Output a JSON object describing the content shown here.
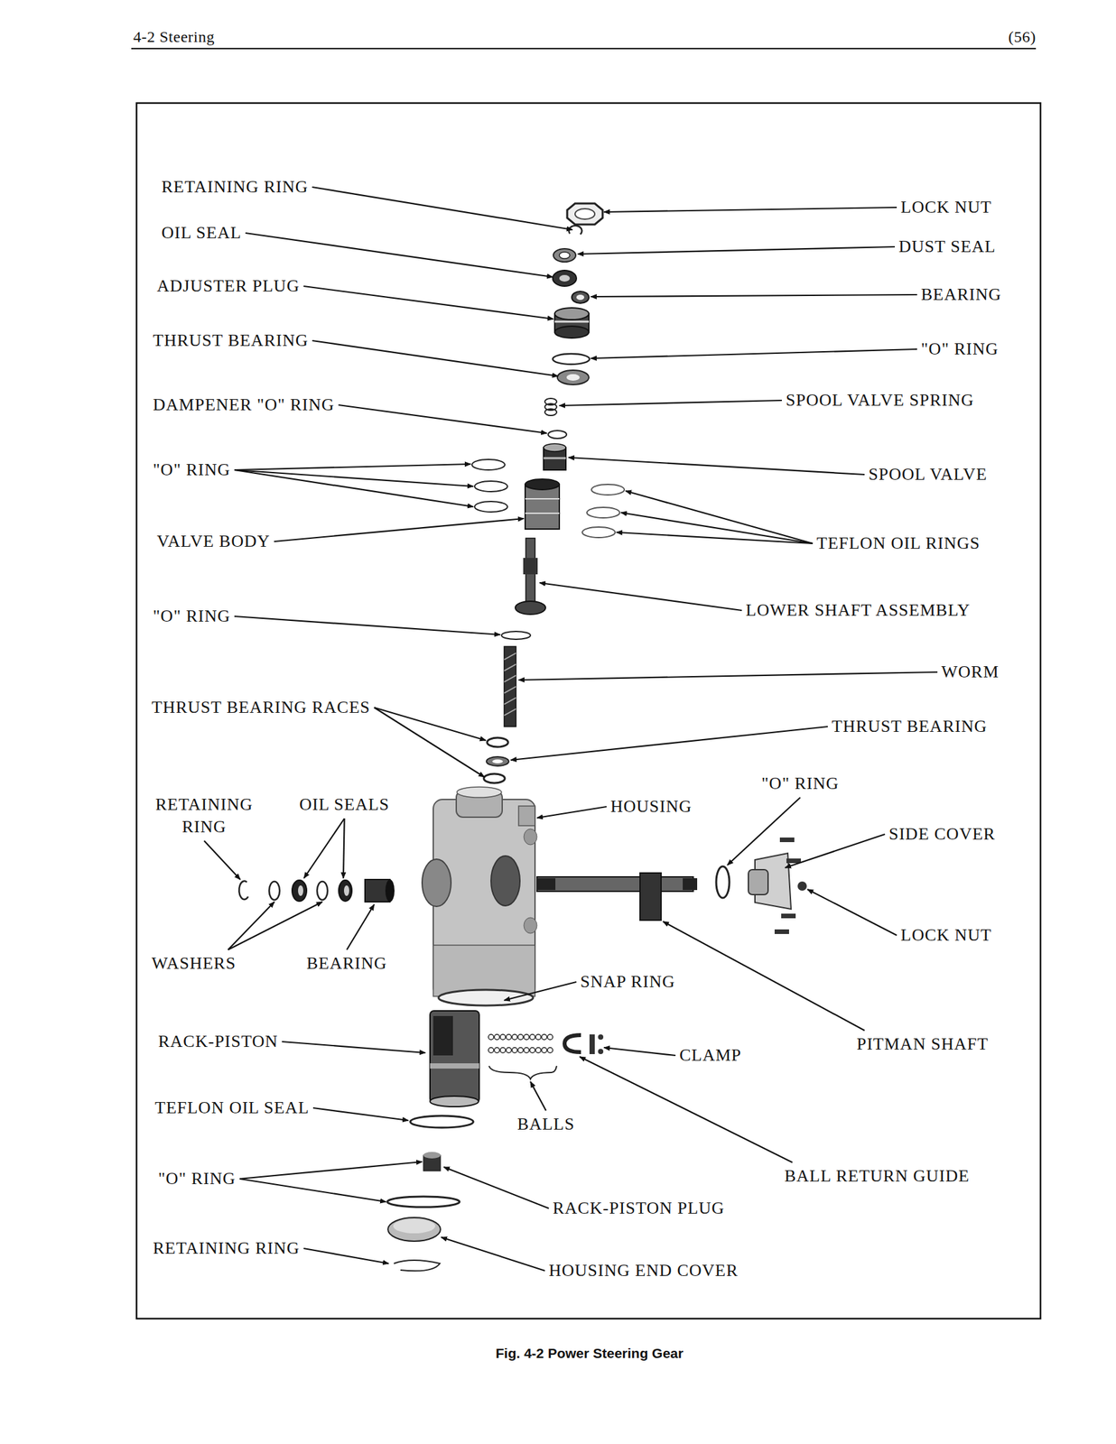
{
  "diagram": {
    "caption": "Fig. 4-2 Power Steering Gear",
    "labels": [
      "4-2 Steering",
      "(56)",
      "RETAINING RING",
      "OIL SEAL",
      "ADJUSTER PLUG",
      "THRUST BEARING",
      "DAMPENER \"O\" RING",
      "\"O\" RING",
      "VALVE BODY",
      "\"O\" RING",
      "THRUST BEARING RACES",
      "RETAINING RING",
      "OIL SEALS",
      "WASHERS",
      "BEARING",
      "RACK-PISTON",
      "TEFLON OIL SEAL",
      "\"O\" RING",
      "RETAINING RING",
      "LOCK NUT",
      "DUST SEAL",
      "BEARING",
      "\"O\" RING",
      "SPOOL VALVE SPRING",
      "SPOOL VALVE",
      "TEFLON OIL RINGS",
      "LOWER SHAFT ASSEMBLY",
      "WORM",
      "THRUST BEARING",
      "\"O\" RING",
      "HOUSING",
      "SIDE COVER",
      "LOCK NUT",
      "SNAP RING",
      "PITMAN SHAFT",
      "CLAMP",
      "BALLS",
      "BALL RETURN GUIDE",
      "RACK-PISTON PLUG",
      "HOUSING END COVER"
    ]
  }
}
